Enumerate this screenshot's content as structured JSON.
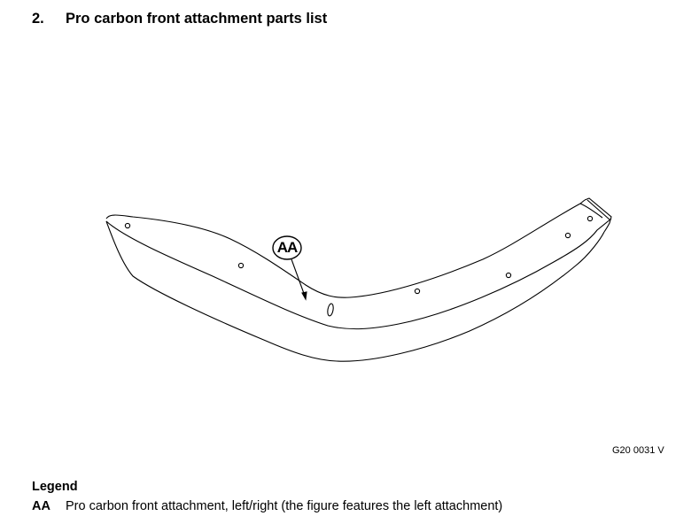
{
  "section": {
    "number": "2.",
    "title": "Pro carbon front attachment parts list"
  },
  "figure": {
    "callout_label": "AA",
    "figure_code": "G20 0031 V"
  },
  "legend": {
    "title": "Legend",
    "items": [
      {
        "key": "AA",
        "description": "Pro carbon front attachment, left/right (the figure features the left attachment)"
      }
    ]
  }
}
